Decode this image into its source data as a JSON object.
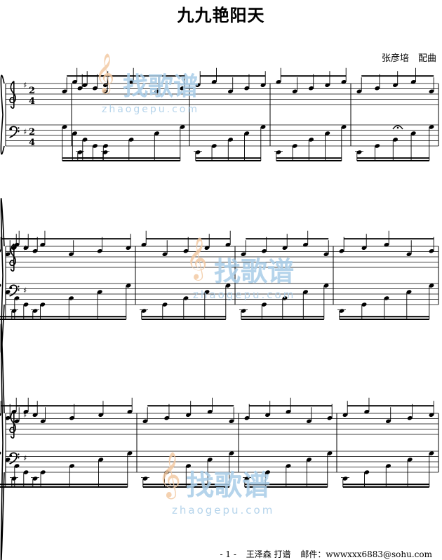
{
  "document": {
    "title": "九九艳阳天",
    "credit": "张彦培　配曲",
    "time_signature": {
      "top": "2",
      "bottom": "4"
    },
    "key": "G major (1 sharp)"
  },
  "watermark": {
    "brand": "找歌谱",
    "url": "zhaogepu.com",
    "color_orange": "#f3c9a3",
    "color_blue": "#a9cde8"
  },
  "footer": {
    "page": "- 1 -",
    "author": "王泽森 打谱",
    "email": "邮件：wwwxxx6883@sohu.com"
  },
  "icons": [
    "treble-clef-icon",
    "bass-clef-icon",
    "sharp-icon",
    "fermata-icon"
  ]
}
